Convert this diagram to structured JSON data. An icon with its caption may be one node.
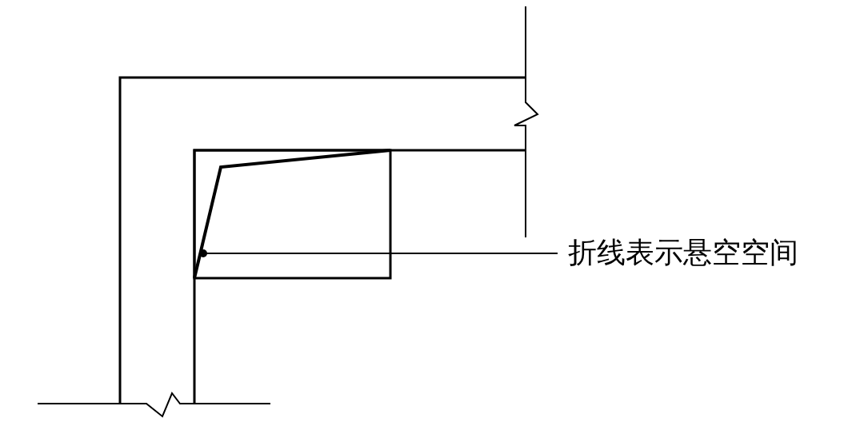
{
  "diagram": {
    "nodes": [
      {
        "text": [
          "折线表示悬空空间"
        ]
      },
      {
        "text": [],
        "shape": "picture"
      }
    ],
    "edges": [
      {
        "from": 0,
        "to": 1,
        "arrow": "none"
      }
    ]
  }
}
